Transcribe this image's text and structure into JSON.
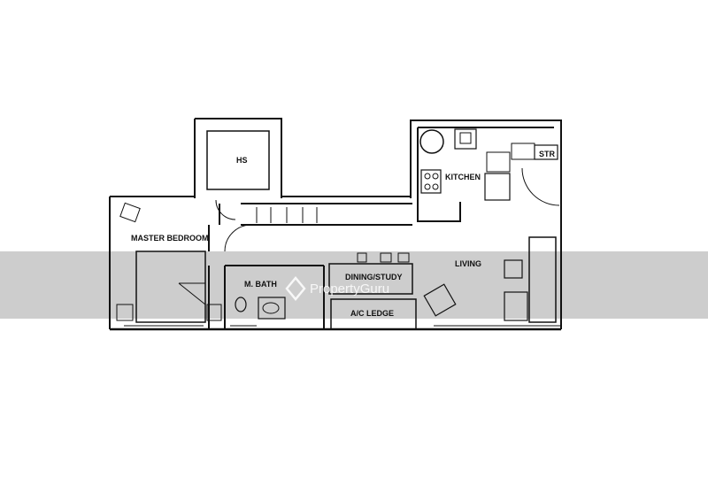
{
  "rooms": {
    "hs": "HS",
    "kitchen": "KITCHEN",
    "str": "STR",
    "master_bedroom": "MASTER BEDROOM",
    "living": "LIVING",
    "m_bath": "M. BATH",
    "dining_study": "DINING/STUDY",
    "ac_ledge": "A/C LEDGE"
  },
  "watermark": {
    "text": "PropertyGuru"
  },
  "colors": {
    "wall": "#111111",
    "watermark_band": "#c8c8c8",
    "background": "#ffffff"
  }
}
